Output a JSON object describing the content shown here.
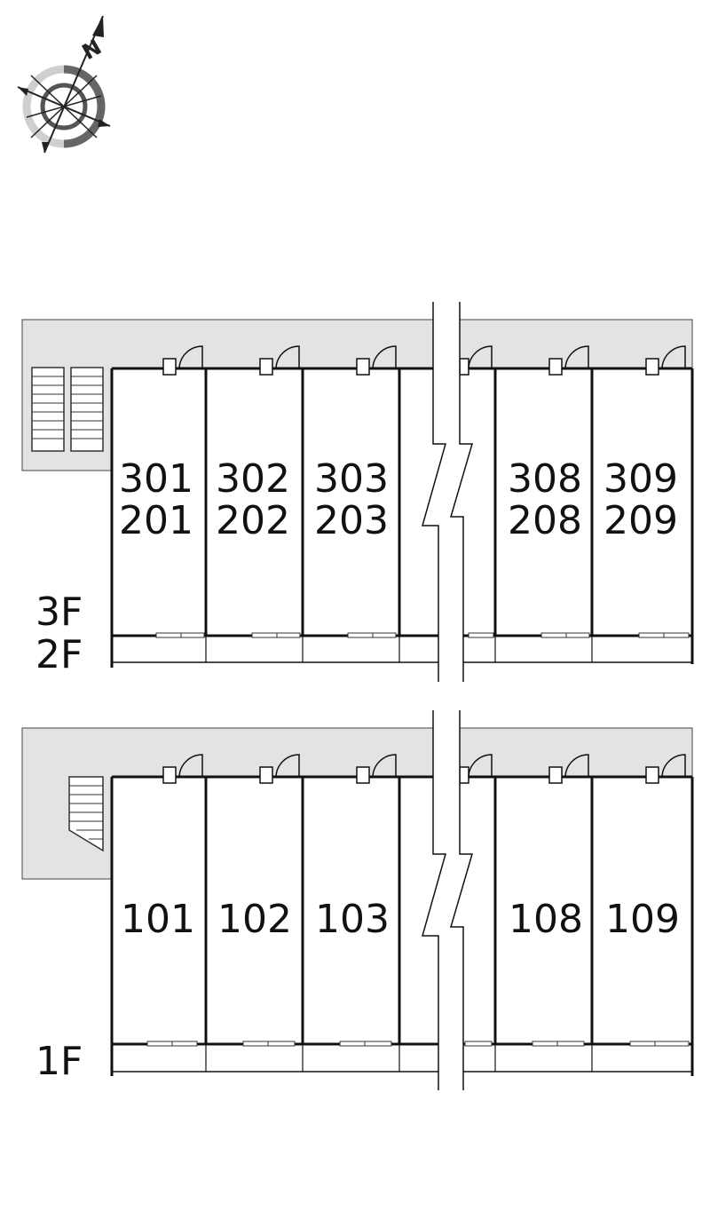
{
  "compass": {
    "north_label": "N",
    "icon": "compass-rose-icon"
  },
  "upper_block": {
    "floor_labels": [
      "3F",
      "2F"
    ],
    "units": [
      {
        "top": "301",
        "bottom": "201"
      },
      {
        "top": "302",
        "bottom": "202"
      },
      {
        "top": "303",
        "bottom": "203"
      },
      {
        "top": "",
        "bottom": ""
      },
      {
        "top": "308",
        "bottom": "208"
      },
      {
        "top": "309",
        "bottom": "209"
      }
    ],
    "stair_icon": "double-stair-icon"
  },
  "lower_block": {
    "floor_labels": [
      "1F"
    ],
    "units": [
      {
        "top": "101"
      },
      {
        "top": "102"
      },
      {
        "top": "103"
      },
      {
        "top": ""
      },
      {
        "top": "108"
      },
      {
        "top": "109"
      }
    ],
    "stair_icon": "single-stair-icon"
  },
  "colors": {
    "corridor": "#e3e3e3",
    "line": "#111111",
    "stroke_gray": "#777777"
  }
}
